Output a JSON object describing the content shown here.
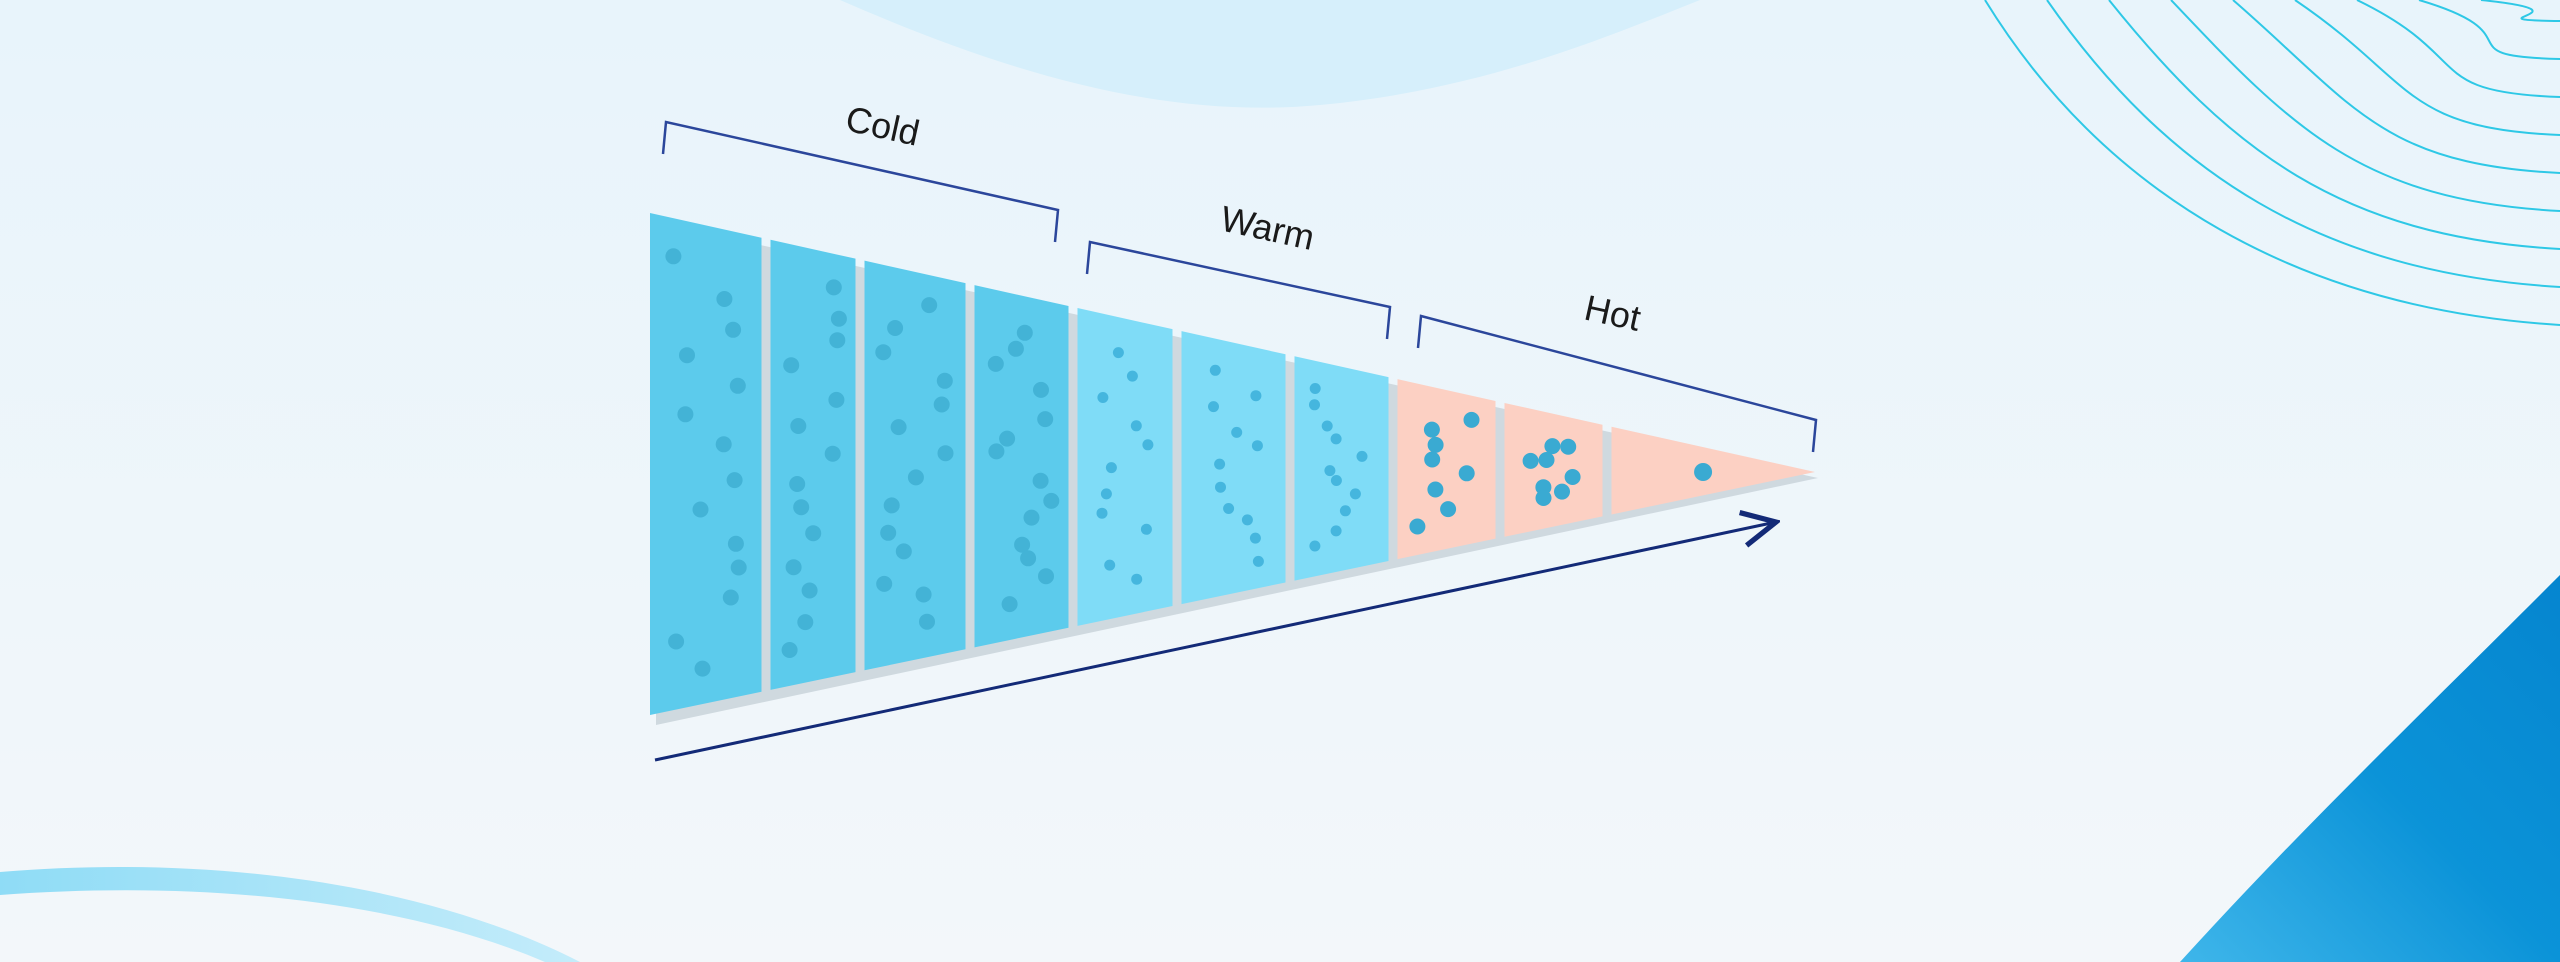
{
  "diagram": {
    "type": "funnel",
    "direction": "narrowing-left-to-right",
    "stages": [
      {
        "label": "Cold",
        "segments": 4,
        "color": "#5ccbec",
        "dot_color": "#43b3d6"
      },
      {
        "label": "Warm",
        "segments": 3,
        "color": "#7fdcf7",
        "dot_color": "#45b6de"
      },
      {
        "label": "Hot",
        "segments": 3,
        "color": "#fcd0c3",
        "dot_color": "#3aaad2"
      }
    ],
    "flow_arrow": {
      "color": "#132a77"
    },
    "bracket_color": "#2b469b",
    "background": {
      "base": "#eef6fa",
      "accent": "#0a8fd6",
      "line_color": "#2ec8e6"
    }
  }
}
